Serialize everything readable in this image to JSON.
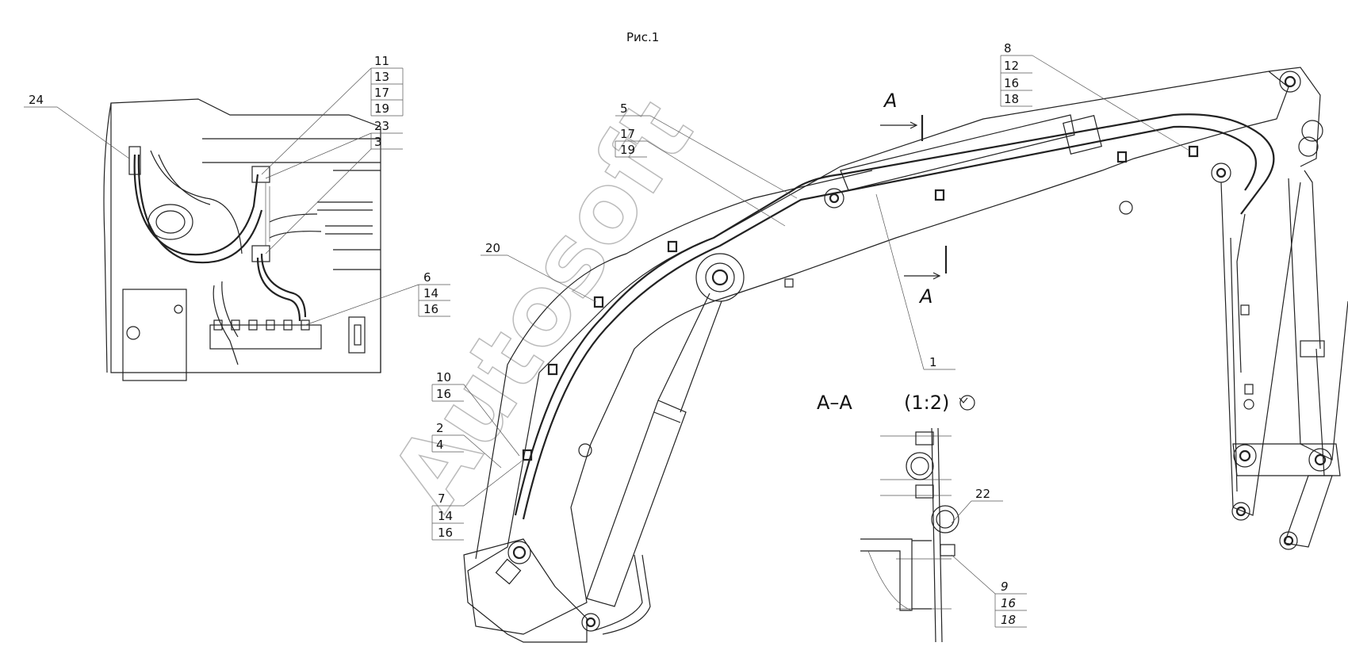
{
  "figure_title": "Рис.1",
  "section": {
    "label": "A–A",
    "scale": "(1:2)",
    "marker_top": "A",
    "marker_bottom": "A"
  },
  "watermark": "Autosoft",
  "callouts": {
    "c24": "24",
    "c11": [
      "11",
      "13",
      "17",
      "19"
    ],
    "c23": [
      "23",
      "3"
    ],
    "c6": [
      "6",
      "14",
      "16"
    ],
    "c20": "20",
    "c5": "5",
    "c17": [
      "17",
      "19"
    ],
    "c8": [
      "8",
      "12",
      "16",
      "18"
    ],
    "c1": "1",
    "c10": [
      "10",
      "16"
    ],
    "c2": [
      "2",
      "4"
    ],
    "c7": [
      "7",
      "14",
      "16"
    ],
    "c22": "22",
    "c9": [
      "9",
      "16",
      "18"
    ]
  }
}
